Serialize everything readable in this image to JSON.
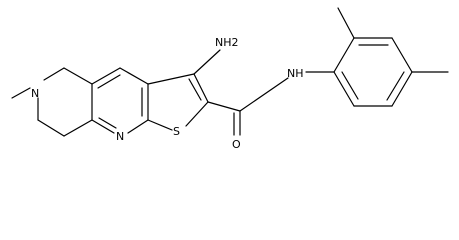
{
  "molecule": {
    "atom_labels": {
      "amine": "NH2",
      "amide_nh": "NH",
      "amide_o": "O",
      "ring_n_methyl": "N",
      "pyridine_n": "N",
      "thiophene_s": "S"
    },
    "colors": {
      "bond": "#000000",
      "label": "#000000",
      "background": "#ffffff"
    }
  }
}
